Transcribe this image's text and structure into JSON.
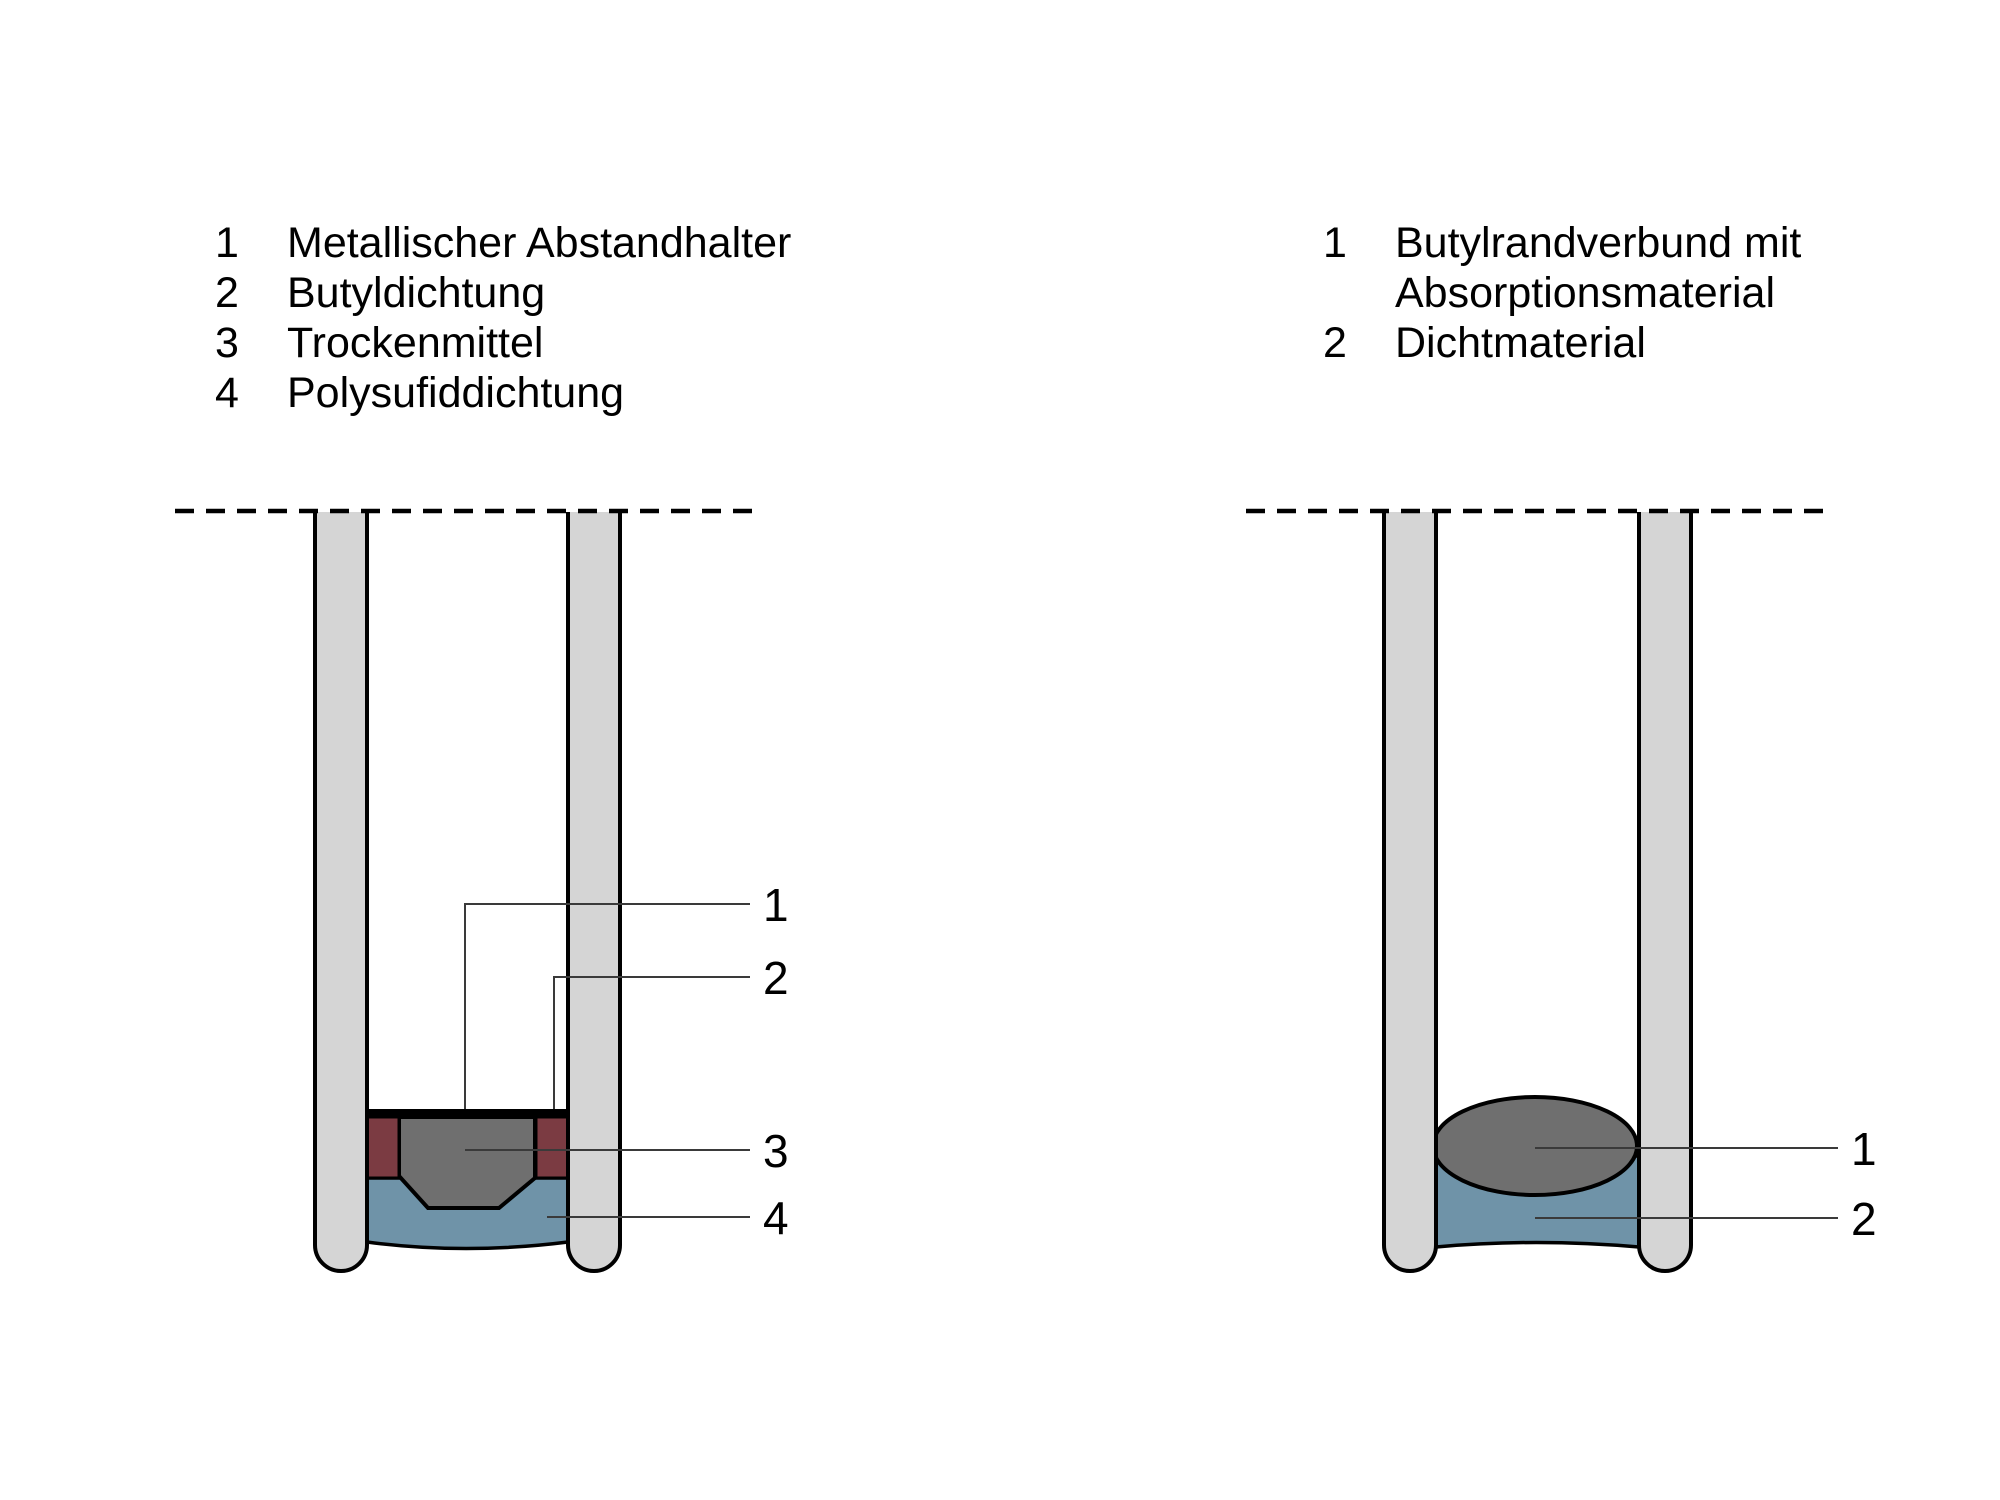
{
  "figure": {
    "left": {
      "legend": [
        {
          "num": "1",
          "text": "Metallischer Abstandhalter"
        },
        {
          "num": "2",
          "text": "Butyldichtung"
        },
        {
          "num": "3",
          "text": "Trockenmittel"
        },
        {
          "num": "4",
          "text": "Polysufiddichtung"
        }
      ],
      "callouts": [
        {
          "label": "1"
        },
        {
          "label": "2"
        },
        {
          "label": "3"
        },
        {
          "label": "4"
        }
      ]
    },
    "right": {
      "legend": [
        {
          "num": "1",
          "text": "Butylrandverbund mit"
        },
        {
          "num": "",
          "text": "Absorptionsmaterial"
        },
        {
          "num": "2",
          "text": "Dichtmaterial"
        }
      ],
      "callouts": [
        {
          "label": "1"
        },
        {
          "label": "2"
        }
      ]
    },
    "colors": {
      "background": "#ffffff",
      "glass": "#d5d5d5",
      "spacer_gray": "#6f6f6f",
      "butyl_red": "#7b3b42",
      "seal_blue": "#6f93a8",
      "outline": "#000000",
      "leader_line": "#3a3a3a",
      "text": "#000000"
    }
  }
}
